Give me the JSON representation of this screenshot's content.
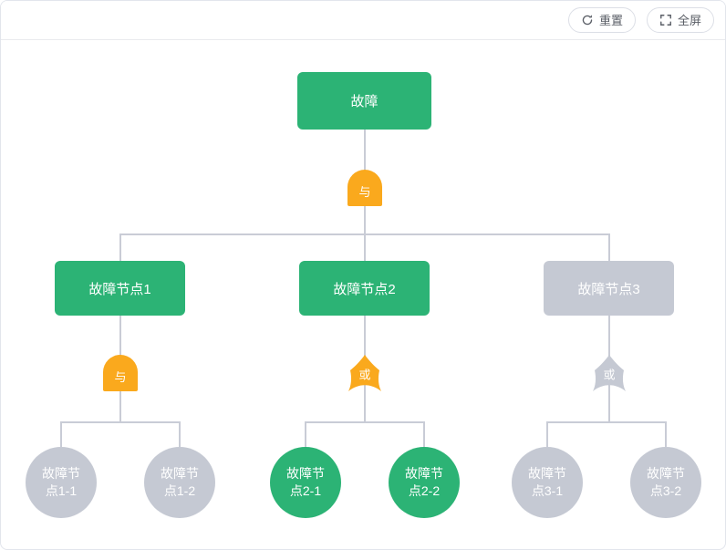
{
  "toolbar": {
    "reset_label": "重置",
    "fullscreen_label": "全屏"
  },
  "colors": {
    "node_green": "#2CB375",
    "gate_orange": "#FAA91D",
    "node_gray": "#C5C9D3",
    "connector_line": "#C9CCD6"
  },
  "tree": {
    "root": {
      "label": "故障",
      "color": "green"
    },
    "root_gate": {
      "label": "与",
      "type": "and",
      "color": "orange"
    },
    "branches": [
      {
        "node": {
          "label": "故障节点1",
          "color": "green"
        },
        "gate": {
          "label": "与",
          "type": "and",
          "color": "orange"
        },
        "children": [
          {
            "label": "故障节点1-1",
            "color": "gray"
          },
          {
            "label": "故障节点1-2",
            "color": "gray"
          }
        ]
      },
      {
        "node": {
          "label": "故障节点2",
          "color": "green"
        },
        "gate": {
          "label": "或",
          "type": "or",
          "color": "orange"
        },
        "children": [
          {
            "label": "故障节点2-1",
            "color": "green"
          },
          {
            "label": "故障节点2-2",
            "color": "green"
          }
        ]
      },
      {
        "node": {
          "label": "故障节点3",
          "color": "gray"
        },
        "gate": {
          "label": "或",
          "type": "or",
          "color": "gray"
        },
        "children": [
          {
            "label": "故障节点3-1",
            "color": "gray"
          },
          {
            "label": "故障节点3-2",
            "color": "gray"
          }
        ]
      }
    ]
  }
}
